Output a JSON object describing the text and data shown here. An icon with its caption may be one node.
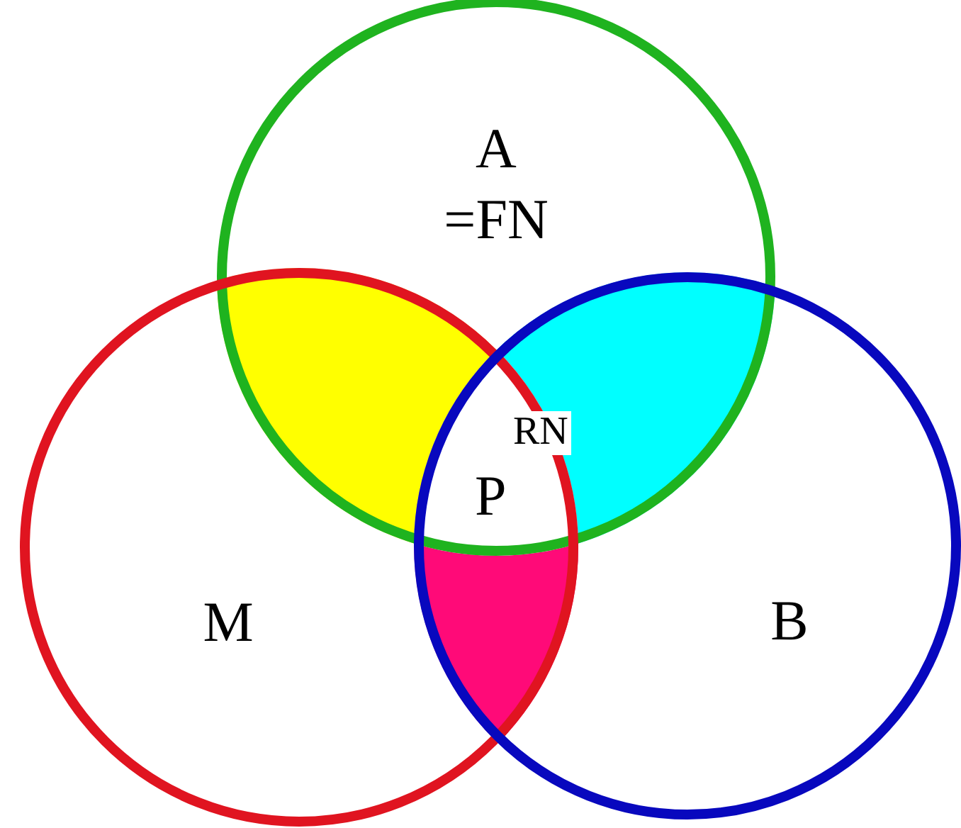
{
  "diagram": {
    "nodes": [
      {
        "text": [
          "A =FN"
        ]
      },
      {
        "text": [
          "M"
        ]
      },
      {
        "text": [
          "B"
        ]
      }
    ],
    "labels": [
      "RN",
      "P"
    ]
  }
}
